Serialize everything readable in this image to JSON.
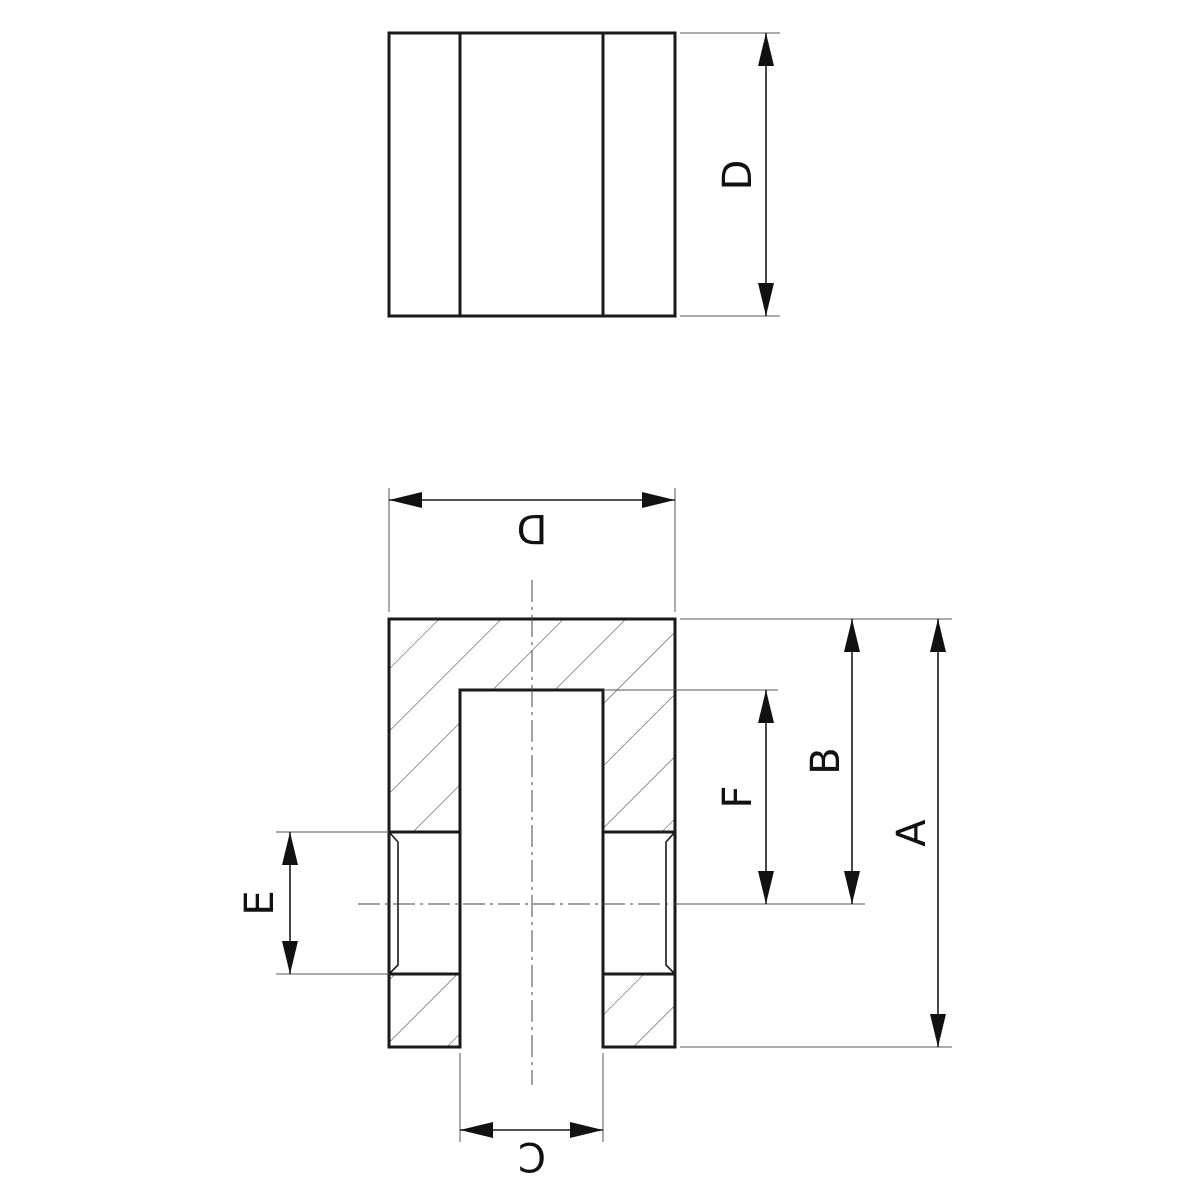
{
  "labels": {
    "top_view_width": "D",
    "section_width": "D",
    "overall_height": "A",
    "bore_depth": "B",
    "counterbore_depth": "F",
    "cross_hole_diameter": "E",
    "bore_diameter": "C"
  }
}
